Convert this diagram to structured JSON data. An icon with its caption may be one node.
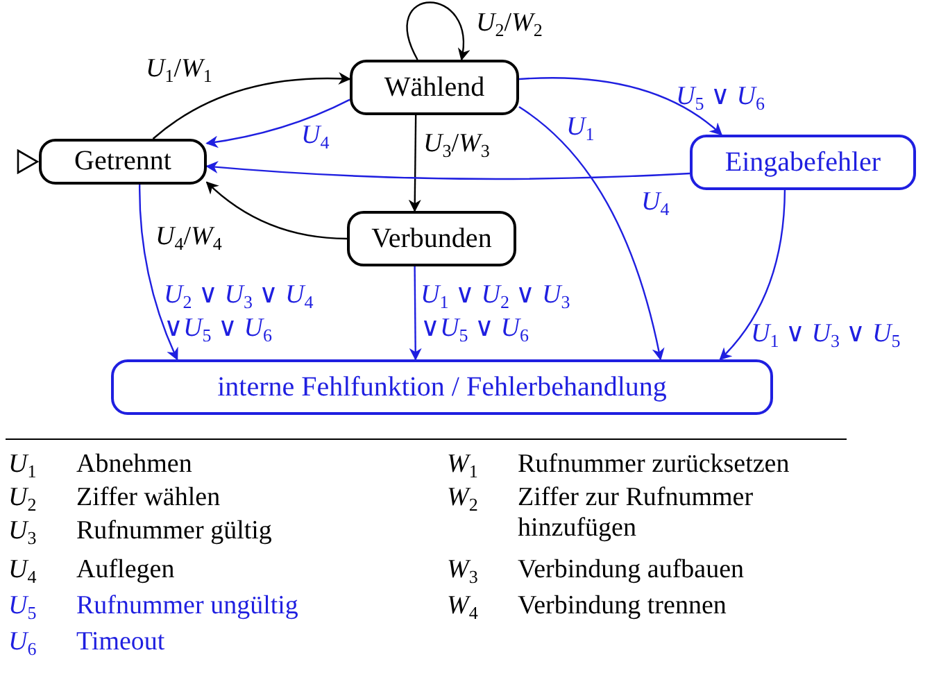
{
  "diagram": {
    "nodes": [
      {
        "text": [
          "Getrennt"
        ]
      },
      {
        "text": [
          "Wählend"
        ]
      },
      {
        "text": [
          "Eingabefehler"
        ]
      },
      {
        "text": [
          "Verbunden"
        ]
      },
      {
        "text": [
          "interne Fehlfunktion / Fehlerbehandlung"
        ]
      }
    ],
    "edges": [
      {
        "from": 0,
        "to": 1,
        "arrow": "to",
        "label": "*U*$_{1}$/*W*$_{1}$",
        "color": "#000000"
      },
      {
        "from": 1,
        "to": 1,
        "arrow": "to",
        "label": "*U*$_{2}$/*W*$_{2}$",
        "color": "#000000"
      },
      {
        "from": 1,
        "to": 0,
        "arrow": "to",
        "label": "*U*$_{4}$"
      },
      {
        "from": 1,
        "to": 3,
        "arrow": "to",
        "label": "*U*$_{3}$/*W*$_{3}$",
        "color": "#000000"
      },
      {
        "from": 1,
        "to": 2,
        "arrow": "to",
        "label": "*U*$_{5}$ ∨ *U*$_{6}$"
      },
      {
        "from": 1,
        "to": 4,
        "arrow": "to",
        "label": "*U*$_{1}$"
      },
      {
        "from": 2,
        "to": 0,
        "arrow": "to",
        "label": "*U*$_{4}$"
      },
      {
        "from": 3,
        "to": 0,
        "arrow": "to",
        "label": "*U*$_{4}$/*W*$_{4}$",
        "color": "#000000"
      },
      {
        "from": 0,
        "to": 4,
        "arrow": "to",
        "label": "*U*$_{2}$ ∨ *U*$_{3}$ ∨ *U*$_{4}$ ∨*U*$_{5}$ ∨ *U*$_{6}$"
      },
      {
        "from": 3,
        "to": 4,
        "arrow": "to",
        "label": "*U*$_{1}$ ∨ *U*$_{2}$ ∨ *U*$_{3}$ ∨*U*$_{5}$ ∨ *U*$_{6}$"
      },
      {
        "from": 2,
        "to": 4,
        "arrow": "to",
        "label": "*U*$_{1}$ ∨ *U*$_{3}$ ∨ *U*$_{5}$"
      },
      {
        "from": null,
        "to": 0,
        "arrow": "to",
        "color": "#000000"
      }
    ],
    "labels": [
      "*U*$_{1}$",
      "Abnehmen",
      "*W*$_{1}$",
      "Rufnummer zurücksetzen",
      "*U*$_{2}$",
      "Ziffer wählen",
      "*W*$_{2}$",
      "Ziffer zur Rufnummer hinzufügen",
      "*U*$_{3}$",
      "Rufnummer gültig",
      "*U*$_{4}$",
      "Auflegen",
      "*W*$_{3}$",
      "Verbindung aufbauen",
      "*U*$_{5}$",
      "Rufnummer ungültig",
      "*W*$_{4}$",
      "Verbindung trennen",
      "*U*$_{6}$",
      "Timeout"
    ]
  }
}
